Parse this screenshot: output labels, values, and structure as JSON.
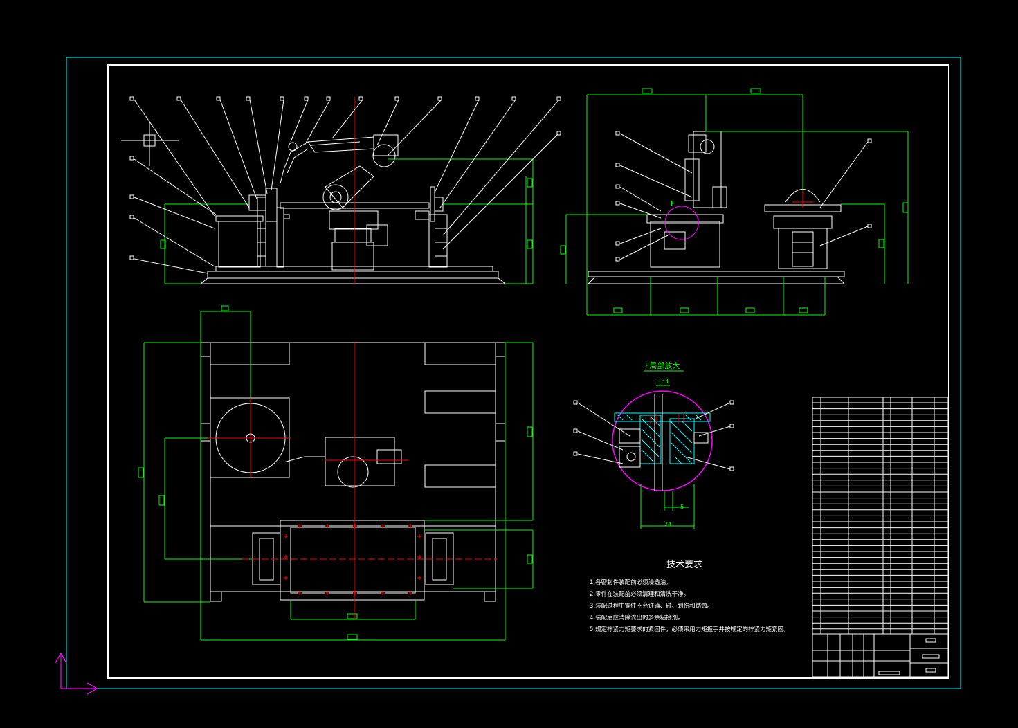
{
  "drawing": {
    "detail_title": "F局部放大",
    "detail_scale": "1:3",
    "detail_marker": "F",
    "dim_small": "5",
    "dim_large": "24"
  },
  "notes": {
    "title": "技术要求",
    "items": [
      "1.各密封件装配前必须浸透油。",
      "2.零件在装配前必须清理和清洗干净。",
      "3.装配过程中零件不允许磕、碰、划伤和锈蚀。",
      "4.装配后应清除流出的多余粘接剂。",
      "5.规定拧紧力矩要求的紧固件，必须采用力矩扳手并按规定的拧紧力矩紧固。"
    ]
  },
  "colors": {
    "background": "#000000",
    "frame_outer": "#00ffff",
    "frame_inner": "#ffffff",
    "geometry": "#ffffff",
    "dimension": "#00ff00",
    "center_line": "#ff0000",
    "hatch": "#00ffff",
    "detail_circle": "#ff00ff",
    "ucs_icon": "#ff00ff"
  }
}
